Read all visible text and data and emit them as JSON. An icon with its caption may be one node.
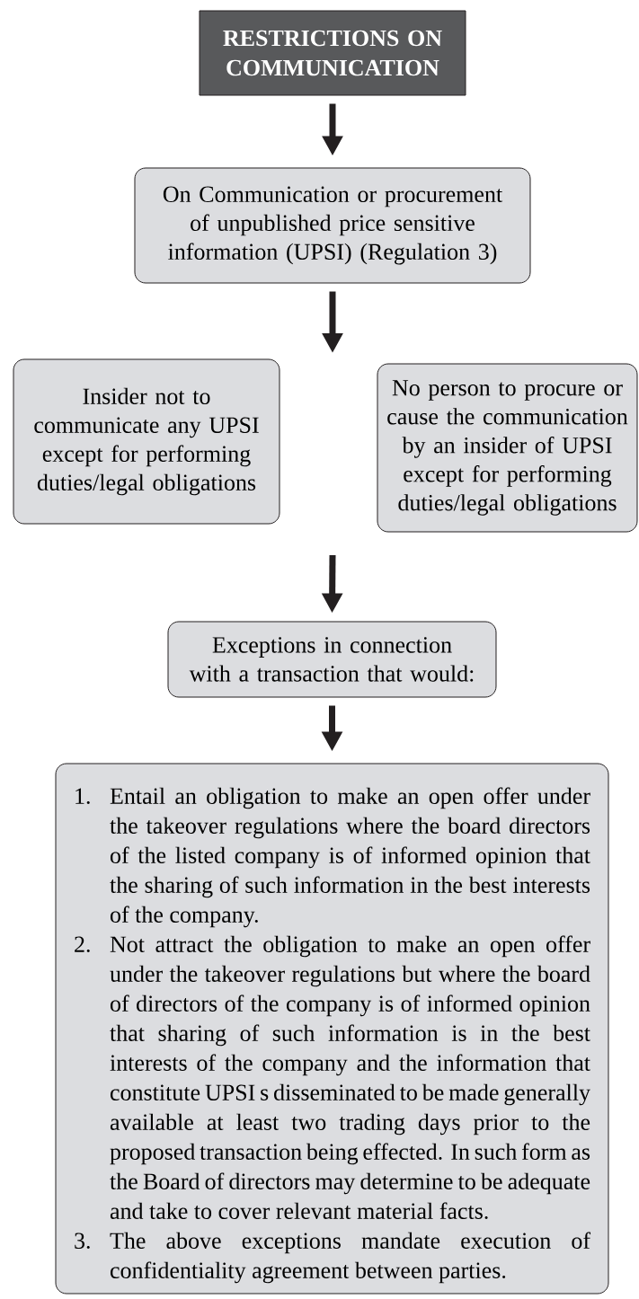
{
  "diagram": {
    "nodes": [
      {
        "text": [
          "RESTRICTIONS ON COMMUNICATION"
        ]
      },
      {
        "text": [
          "On Communication or procurement of unpublished price sensitive information (UPSI) (Regulation 3)"
        ]
      },
      {
        "text": [
          "Insider not to communicate any UPSI except for performing duties/legal obligations"
        ]
      },
      {
        "text": [
          "No person to procure or cause the communication by an insider of UPSI except for performing duties/legal obligations"
        ]
      },
      {
        "text": [
          "Exceptions in connection with a transaction that would:"
        ]
      },
      {
        "text": [
          "1.",
          "Entail an obligation to make an open offer under the takeover regulations where the board directors of the listed company is of informed opinion that the sharing of such information in the best interests of the company.",
          "2.",
          "Not attract the obligation to make an open offer under the takeover regulations but where the board of directors of the company is of informed opinion that sharing of such information is in the best interests of the company and the information that constitute UPSI s disseminated to be made generally available at least two trading days prior to the proposed transaction being effected. In such form as the Board of directors may determine to be adequate and take to cover relevant material facts.",
          "3.",
          "The above exceptions mandate execution of confidentiality agreement between parties."
        ]
      }
    ],
    "edges": [
      {
        "from": 0,
        "to": 1,
        "arrow": "to"
      },
      {
        "from": 1,
        "to": null,
        "arrow": "to"
      },
      {
        "from": null,
        "to": 4,
        "arrow": "to"
      },
      {
        "from": 4,
        "to": 5,
        "arrow": "to"
      }
    ]
  }
}
